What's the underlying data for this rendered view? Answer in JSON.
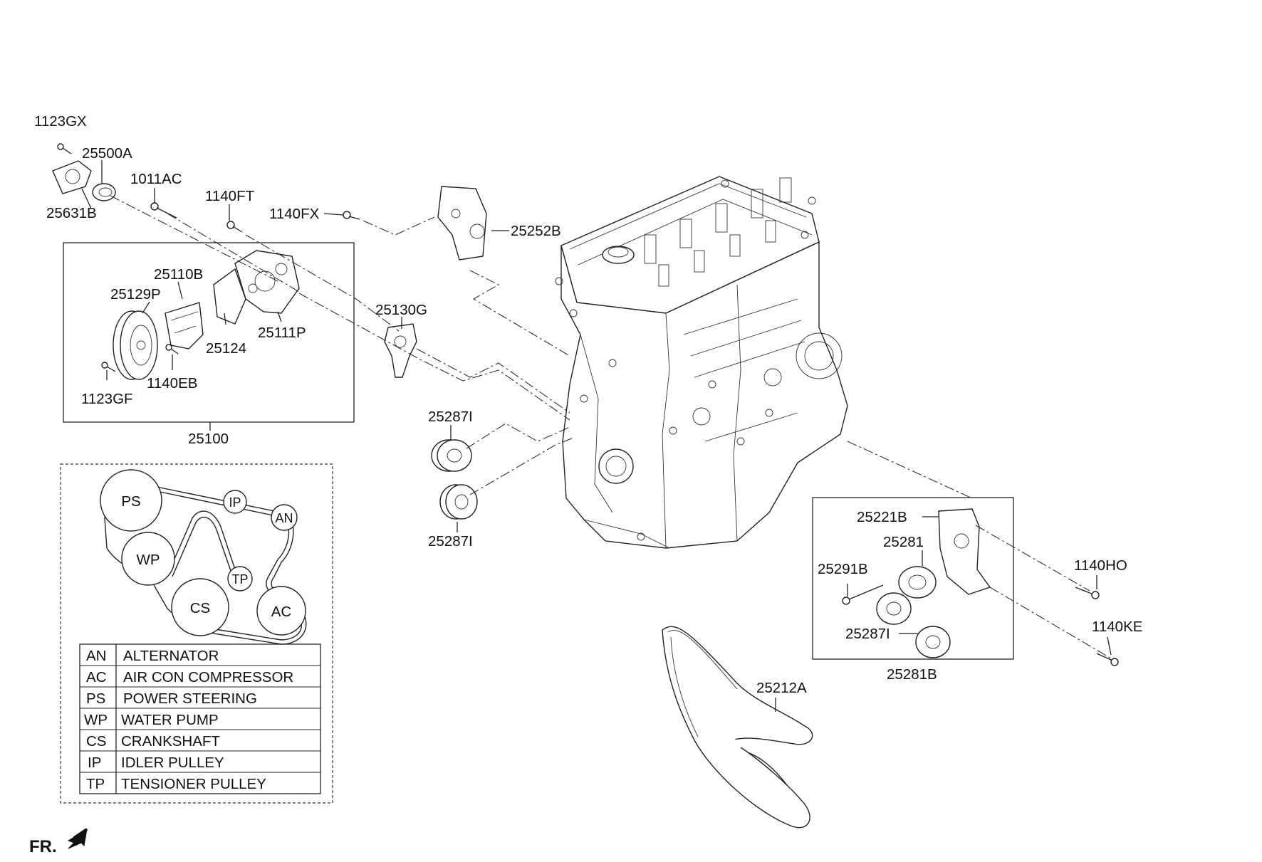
{
  "callouts": {
    "p1123GX": "1123GX",
    "p25500A": "25500A",
    "p1011AC": "1011AC",
    "p25631B": "25631B",
    "p1140FT": "1140FT",
    "p1140FX": "1140FX",
    "p25252B": "25252B",
    "p25110B": "25110B",
    "p25129P": "25129P",
    "p25130G": "25130G",
    "p25124": "25124",
    "p25111P": "25111P",
    "p1140EB": "1140EB",
    "p1123GF": "1123GF",
    "p25100": "25100",
    "p25287I_top": "25287I",
    "p25287I_bottom": "25287I",
    "p25221B": "25221B",
    "p25281": "25281",
    "p25291B": "25291B",
    "p1140HO": "1140HO",
    "p25287I_right": "25287I",
    "p1140KE": "1140KE",
    "p25281B": "25281B",
    "p25212A": "25212A"
  },
  "belt_routing": {
    "pulleys": {
      "ps": "PS",
      "ip": "IP",
      "an": "AN",
      "wp": "WP",
      "tp": "TP",
      "cs": "CS",
      "ac": "AC"
    },
    "legend": [
      {
        "code": "AN",
        "name": "ALTERNATOR"
      },
      {
        "code": "AC",
        "name": "AIR CON COMPRESSOR"
      },
      {
        "code": "PS",
        "name": "POWER STEERING"
      },
      {
        "code": "WP",
        "name": "WATER PUMP"
      },
      {
        "code": "CS",
        "name": "CRANKSHAFT"
      },
      {
        "code": "IP",
        "name": "IDLER PULLEY"
      },
      {
        "code": "TP",
        "name": "TENSIONER PULLEY"
      }
    ]
  },
  "orientation": {
    "label": "FR."
  }
}
